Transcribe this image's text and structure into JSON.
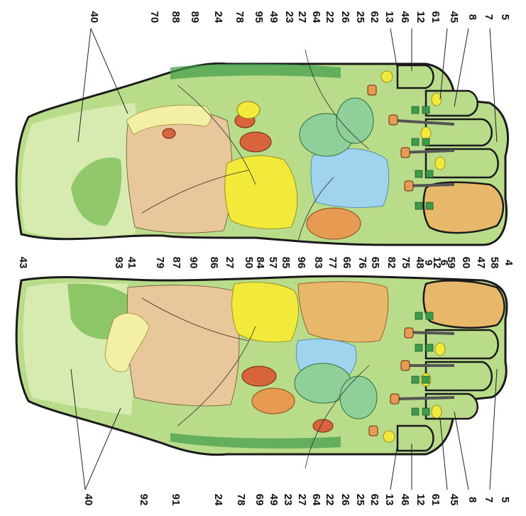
{
  "colors": {
    "outline": "#1a1a1a",
    "skin_green": "#7fbf5a",
    "light_green": "#b9dc8a",
    "pale_yellow": "#f3f0a6",
    "yellow": "#f2ea3a",
    "orange": "#e69a52",
    "red_orange": "#d8643c",
    "tan": "#e8c89a",
    "blue": "#9fd3ee",
    "dark_green": "#3f9b4c"
  },
  "top_labels": [
    "40",
    "70",
    "88",
    "89",
    "24",
    "78",
    "95",
    "49",
    "23",
    "27",
    "64",
    "22",
    "26",
    "25",
    "62",
    "13",
    "46",
    "12",
    "61",
    "45",
    "8",
    "7",
    "5"
  ],
  "middle_labels": [
    "43",
    "93",
    "41",
    "79",
    "87",
    "90",
    "86",
    "27",
    "50",
    "84",
    "57",
    "85",
    "96",
    "83",
    "77",
    "66",
    "76",
    "65",
    "82",
    "75",
    "48",
    "9",
    "12",
    "6",
    "59",
    "60",
    "47",
    "58",
    "4"
  ],
  "bottom_labels": [
    "40",
    "92",
    "91",
    "24",
    "78",
    "69",
    "49",
    "23",
    "27",
    "64",
    "22",
    "26",
    "25",
    "62",
    "13",
    "46",
    "12",
    "61",
    "45",
    "8",
    "7",
    "5"
  ]
}
